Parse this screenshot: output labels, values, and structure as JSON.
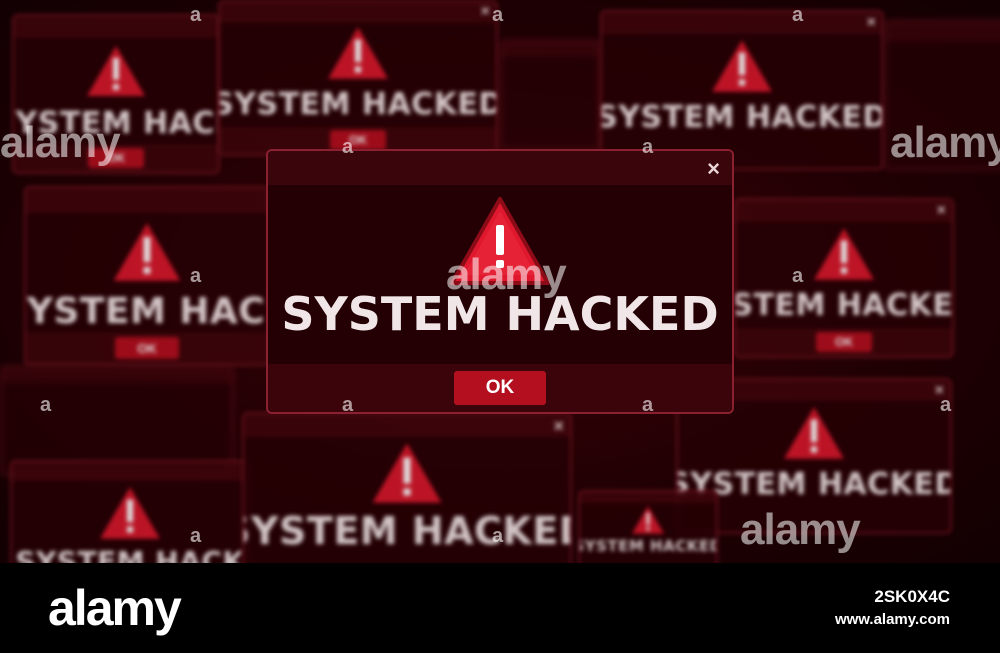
{
  "dialog": {
    "message": "SYSTEM HACKED",
    "ok_label": "OK",
    "close_symbol": "×",
    "icon": "warning-triangle-icon"
  },
  "background_dialogs": {
    "message": "SYSTEM HACKED",
    "partial_message_left": "SYSTEM HACK",
    "partial_message_right": "YSTEM HACKED",
    "ok_label": "OK",
    "close_symbol": "×"
  },
  "watermarks": {
    "word": "alamy",
    "letter": "a"
  },
  "footer": {
    "logo": "alamy",
    "image_id": "2SK0X4C",
    "site": "www.alamy.com"
  },
  "colors": {
    "background": "#200004",
    "accent": "#b30f1e",
    "warning": "#d8182c"
  }
}
